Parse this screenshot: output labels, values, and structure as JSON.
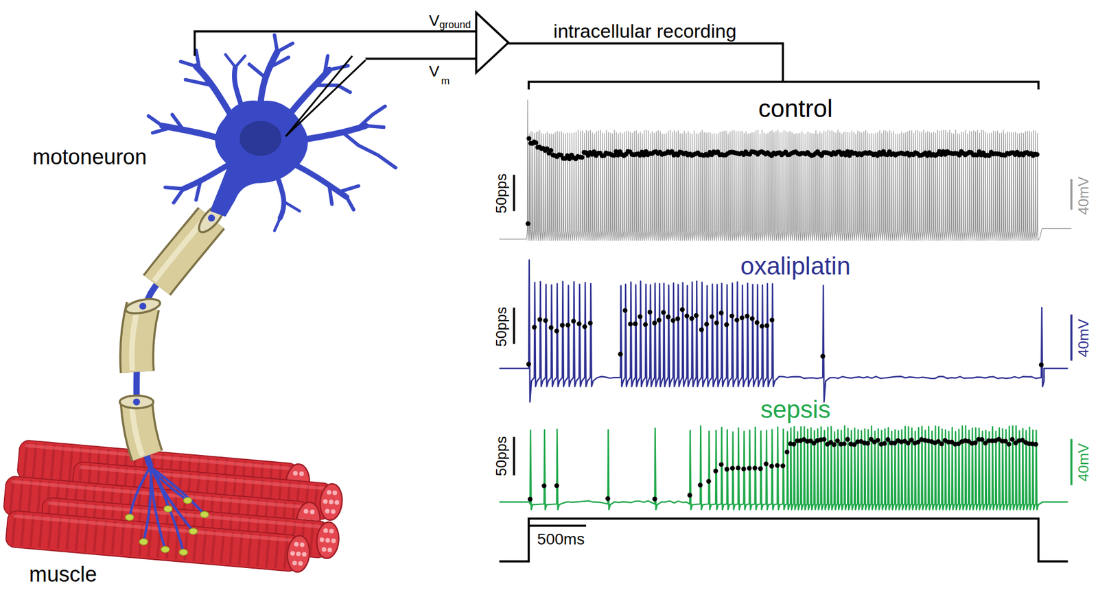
{
  "diagram": {
    "labels": [
      "V",
      "ground",
      "intracellular recording",
      "V",
      "m",
      "motoneuron",
      "control",
      "50pps",
      "40mV",
      "oxaliplatin",
      "50pps",
      "40mV",
      "sepsis",
      "50pps",
      "40mV",
      "500ms",
      "muscle"
    ]
  }
}
